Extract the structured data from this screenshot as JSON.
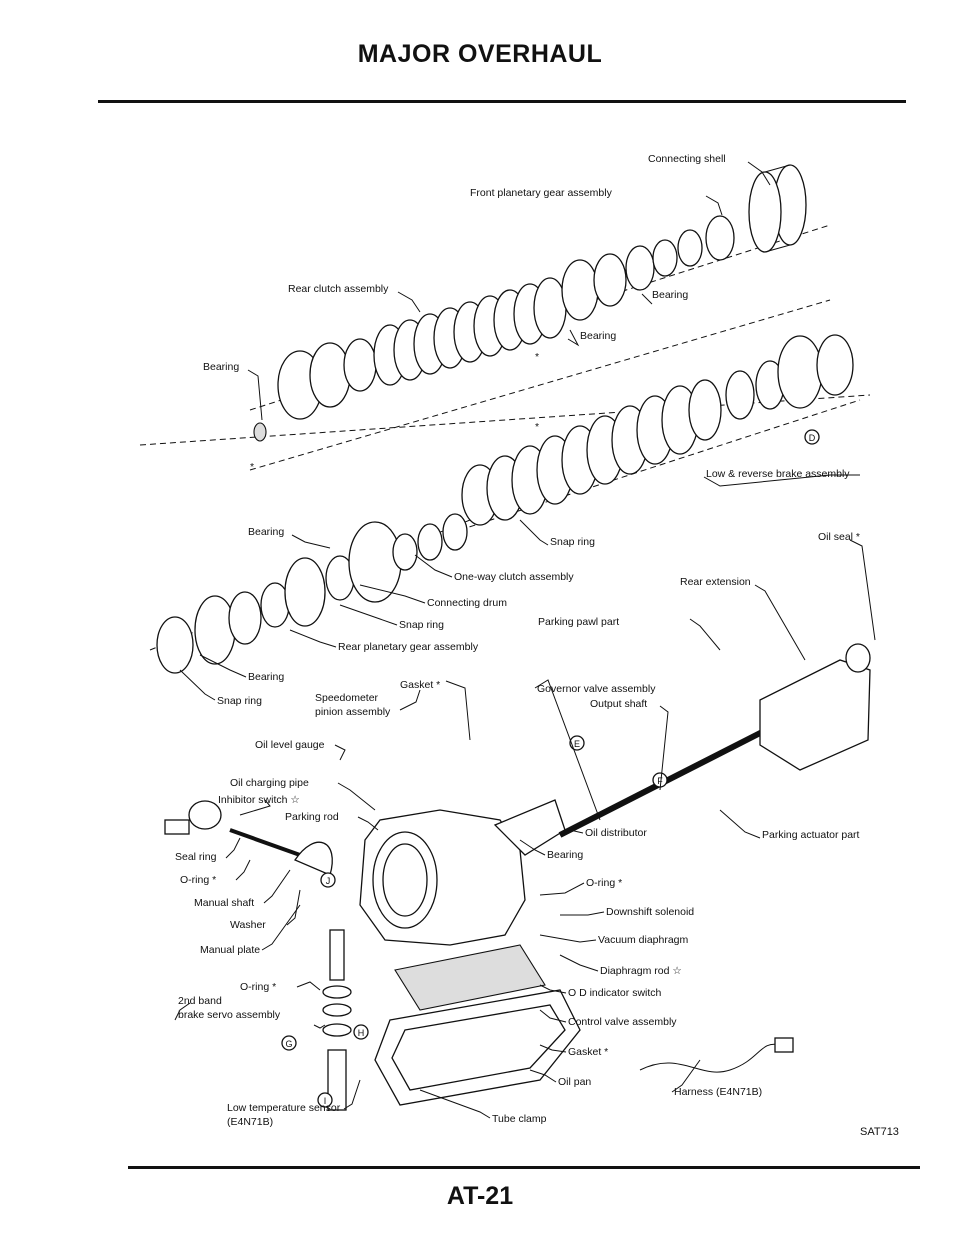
{
  "page": {
    "title": "MAJOR OVERHAUL",
    "page_number": "AT-21",
    "figure_code": "SAT713"
  },
  "labels": {
    "connecting_shell": "Connecting shell",
    "front_planetary_gear_assembly": "Front planetary gear assembly",
    "rear_clutch_assembly": "Rear clutch assembly",
    "bearing_front": "Bearing",
    "bearing_mid": "Bearing",
    "bearing_left": "Bearing",
    "low_reverse_brake_assembly": "Low & reverse brake assembly",
    "bearing_lower": "Bearing",
    "snap_ring_upper": "Snap ring",
    "oil_seal": "Oil seal *",
    "one_way_clutch_assembly": "One-way clutch assembly",
    "rear_extension": "Rear extension",
    "connecting_drum": "Connecting drum",
    "snap_ring_mid": "Snap ring",
    "parking_pawl_part": "Parking pawl part",
    "rear_planetary_gear_assembly": "Rear planetary gear assembly",
    "bearing_left_lower": "Bearing",
    "snap_ring_left": "Snap ring",
    "gasket_top": "Gasket *",
    "speedometer_line1": "Speedometer",
    "speedometer_line2": "pinion assembly",
    "governor_valve_assembly": "Governor valve assembly",
    "output_shaft": "Output shaft",
    "oil_level_gauge": "Oil level gauge",
    "oil_charging_pipe": "Oil charging pipe",
    "inhibitor_switch": "Inhibitor switch ☆",
    "parking_rod": "Parking rod",
    "oil_distributor": "Oil distributor",
    "parking_actuator_part": "Parking actuator part",
    "bearing_case": "Bearing",
    "seal_ring": "Seal ring",
    "o_ring_shaft": "O-ring *",
    "o_ring_right": "O-ring *",
    "manual_shaft": "Manual shaft",
    "downshift_solenoid": "Downshift solenoid",
    "washer": "Washer",
    "vacuum_diaphragm": "Vacuum diaphragm",
    "manual_plate": "Manual plate",
    "diaphragm_rod": "Diaphragm rod ☆",
    "o_ring_servo": "O-ring *",
    "od_indicator_switch": "O D indicator switch",
    "band_line1": "2nd band",
    "band_line2": "brake servo assembly",
    "control_valve_assembly": "Control valve assembly",
    "gasket_bottom": "Gasket *",
    "oil_pan": "Oil pan",
    "harness": "Harness (E4N71B)",
    "low_temp_line1": "Low temperature sensor",
    "low_temp_line2": "(E4N71B)",
    "tube_clamp": "Tube clamp"
  },
  "markers": {
    "d": "D",
    "e": "E",
    "f": "F",
    "g": "G",
    "h": "H",
    "i": "I",
    "j": "J",
    "star": "*"
  }
}
